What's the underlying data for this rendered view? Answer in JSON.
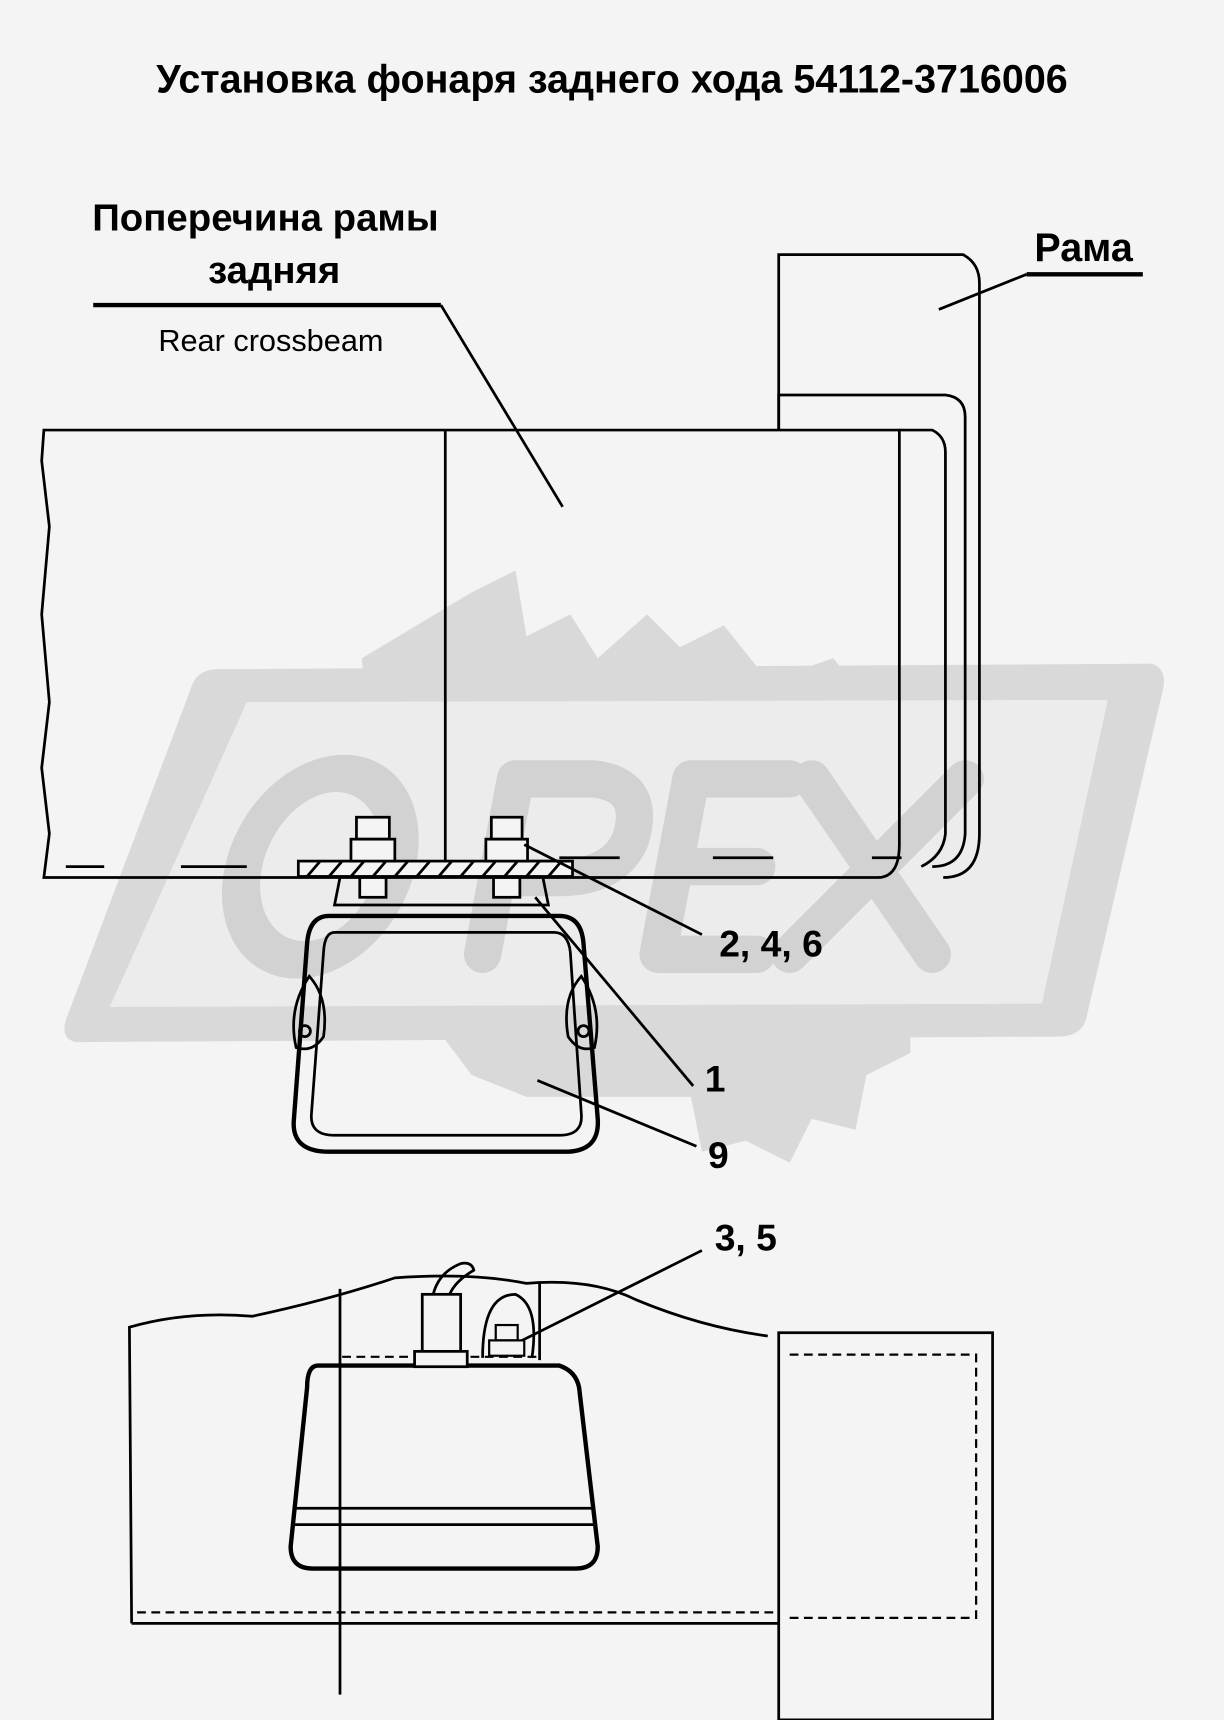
{
  "title": "Установка фонаря заднего хода 54112-3716006",
  "labels": {
    "crossbeam_ru_line1": "Поперечина рамы",
    "crossbeam_ru_line2": "задняя",
    "crossbeam_en": "Rear crossbeam",
    "frame_ru": "Рама",
    "callout_bolts": "2, 4, 6",
    "callout_bracket": "1",
    "callout_lamp": "9",
    "callout_lower_bolts": "3, 5"
  },
  "watermark": "ОРЕХ",
  "colors": {
    "background": "#f4f4f4",
    "watermark": "#d9d9d9",
    "line": "#000000"
  }
}
